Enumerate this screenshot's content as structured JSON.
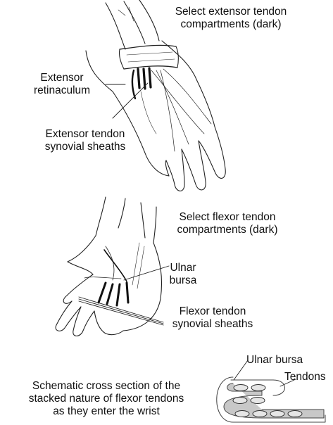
{
  "dorsal_view": {
    "caption_line1": "Select extensor tendon",
    "caption_line2": "compartments (dark)",
    "retinaculum_line1": "Extensor",
    "retinaculum_line2": "retinaculum",
    "sheaths_line1": "Extensor tendon",
    "sheaths_line2": "synovial sheaths"
  },
  "palmar_view": {
    "caption_line1": "Select flexor tendon",
    "caption_line2": "compartments (dark)",
    "bursa_line1": "Ulnar",
    "bursa_line2": "bursa",
    "sheaths_line1": "Flexor tendon",
    "sheaths_line2": "synovial sheaths"
  },
  "cross_section": {
    "caption_line1": "Schematic cross section of the",
    "caption_line2": "stacked nature of flexor tendons",
    "caption_line3": "as they enter the wrist",
    "bursa_label": "Ulnar bursa",
    "tendons_label": "Tendons"
  },
  "colors": {
    "ink": "#111111",
    "bursa_fill": "#c8c8c8",
    "tendon_fill": "#e6e6e6",
    "tendon_dark": "#555555"
  }
}
